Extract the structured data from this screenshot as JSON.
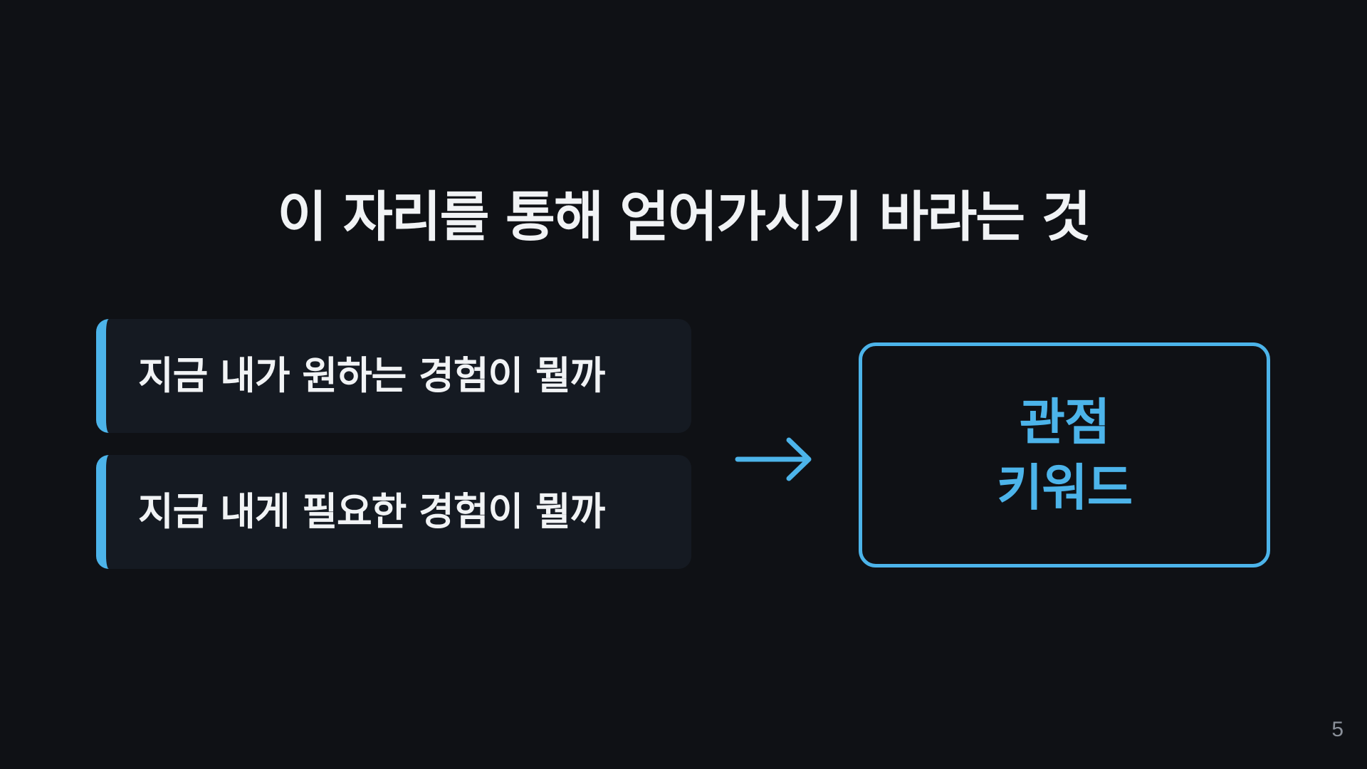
{
  "slide": {
    "title": "이 자리를 통해 얻어가시기 바라는 것",
    "questions": [
      {
        "text": "지금 내가 원하는 경험이 뭘까"
      },
      {
        "text": "지금 내게 필요한 경험이 뭘까"
      }
    ],
    "arrow_icon": "right-arrow-icon",
    "result": {
      "line1": "관점",
      "line2": "키워드"
    },
    "page_number": "5",
    "colors": {
      "background": "#0f1115",
      "card": "#151a22",
      "accent": "#4cb4ea",
      "text": "#f1f3f5",
      "muted": "#8a9099"
    }
  }
}
